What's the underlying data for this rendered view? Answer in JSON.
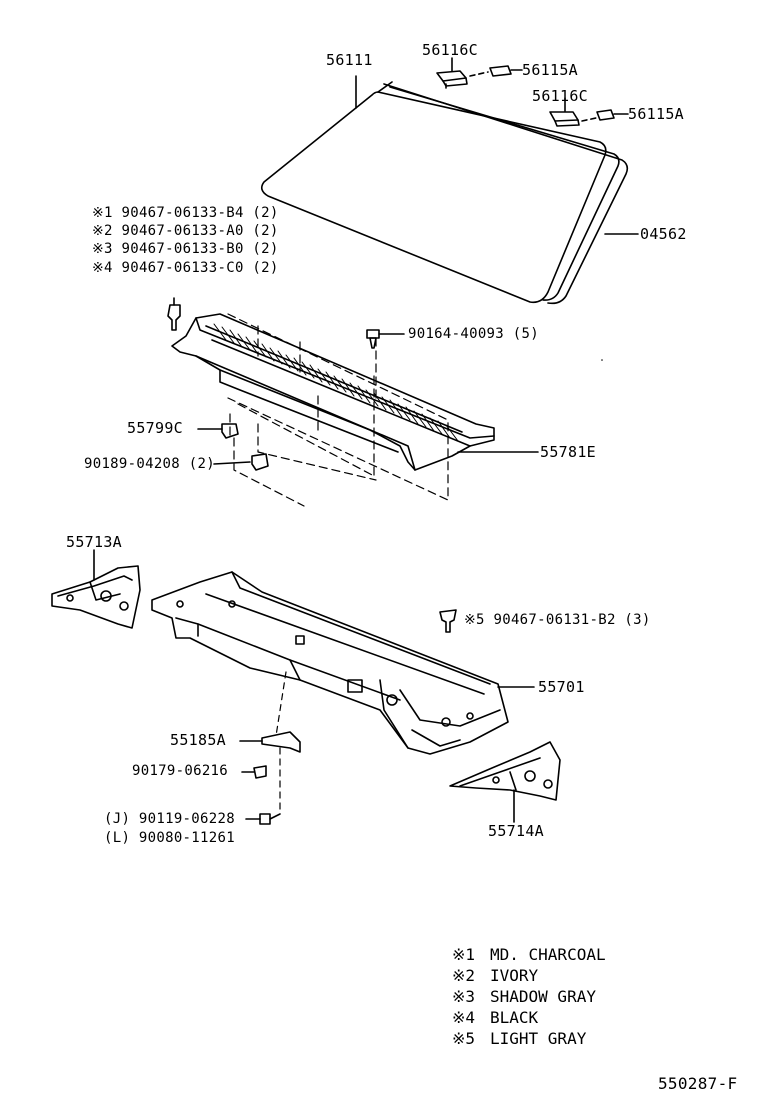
{
  "parts": {
    "p56111": "56111",
    "p56116c_a": "56116C",
    "p56115a_a": "56115A",
    "p56116c_b": "56116C",
    "p56115a_b": "56115A",
    "p04562": "04562",
    "p90164": "90164-40093 (5)",
    "p55799c": "55799C",
    "p90189": "90189-04208 (2)",
    "p55781e": "55781E",
    "p55713a": "55713A",
    "p90467_b2": "※5  90467-06131-B2 (3)",
    "p55701": "55701",
    "p55185a": "55185A",
    "p90179": "90179-06216",
    "p90119": "(J) 90119-06228",
    "p90080": "(L) 90080-11261",
    "p55714a": "55714A"
  },
  "clips": [
    "※1 90467-06133-B4 (2)",
    "※2 90467-06133-A0 (2)",
    "※3 90467-06133-B0 (2)",
    "※4  90467-06133-C0 (2)"
  ],
  "legend": [
    {
      "mark": "※1",
      "text": "MD. CHARCOAL"
    },
    {
      "mark": "※2",
      "text": "IVORY"
    },
    {
      "mark": "※3",
      "text": "SHADOW GRAY"
    },
    {
      "mark": "※4",
      "text": "BLACK"
    },
    {
      "mark": "※5",
      "text": "LIGHT GRAY"
    }
  ],
  "diagram_code": "550287-F"
}
